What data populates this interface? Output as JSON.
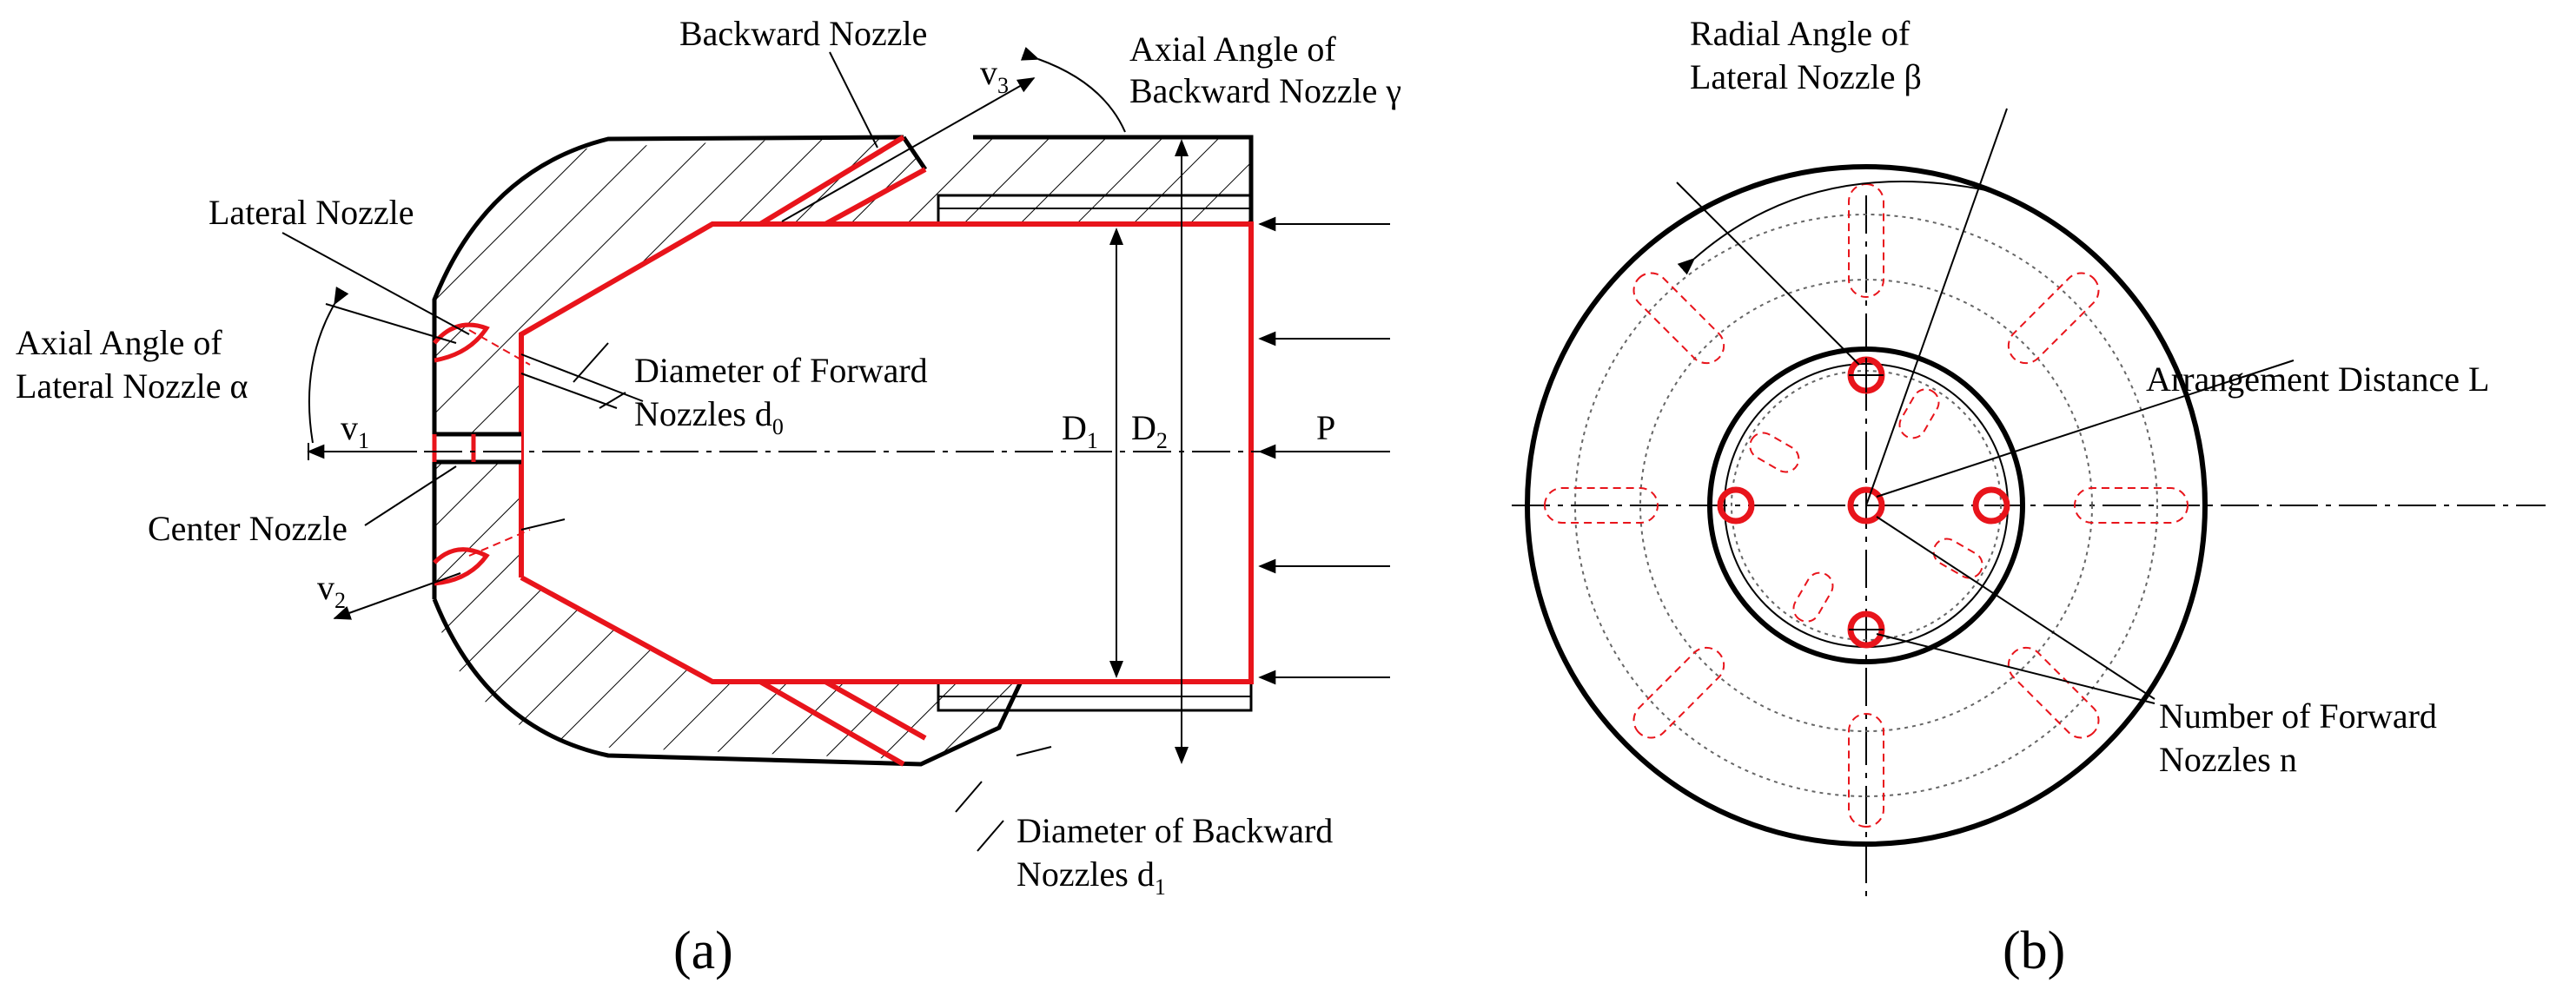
{
  "labels_a": {
    "backward_nozzle": "Backward Nozzle",
    "v3": "v",
    "v3_sub": "3",
    "axial_angle_backward_1": "Axial Angle of",
    "axial_angle_backward_2": "Backward Nozzle γ",
    "lateral_nozzle": "Lateral Nozzle",
    "axial_angle_lateral_1": "Axial Angle of",
    "axial_angle_lateral_2": "Lateral Nozzle α",
    "diameter_forward_1": "Diameter of Forward",
    "diameter_forward_2": "Nozzles  d",
    "diameter_forward_sub": "0",
    "v1": "v",
    "v1_sub": "1",
    "d1": "D",
    "d1_sub": "1",
    "d2": "D",
    "d2_sub": "2",
    "p": "P",
    "center_nozzle": "Center Nozzle",
    "v2": "v",
    "v2_sub": "2",
    "diameter_backward_1": "Diameter of Backward",
    "diameter_backward_2": "Nozzles  d",
    "diameter_backward_sub": "1"
  },
  "labels_b": {
    "radial_angle_1": "Radial Angle of",
    "radial_angle_2": "Lateral Nozzle β",
    "arrangement_distance": "Arrangement Distance L",
    "number_forward_1": "Number of Forward",
    "number_forward_2": "Nozzles n"
  },
  "captions": {
    "a": "(a)",
    "b": "(b)"
  },
  "colors": {
    "outline": "#000000",
    "inner_surface": "#e8141b",
    "hidden": "#e8141b"
  }
}
